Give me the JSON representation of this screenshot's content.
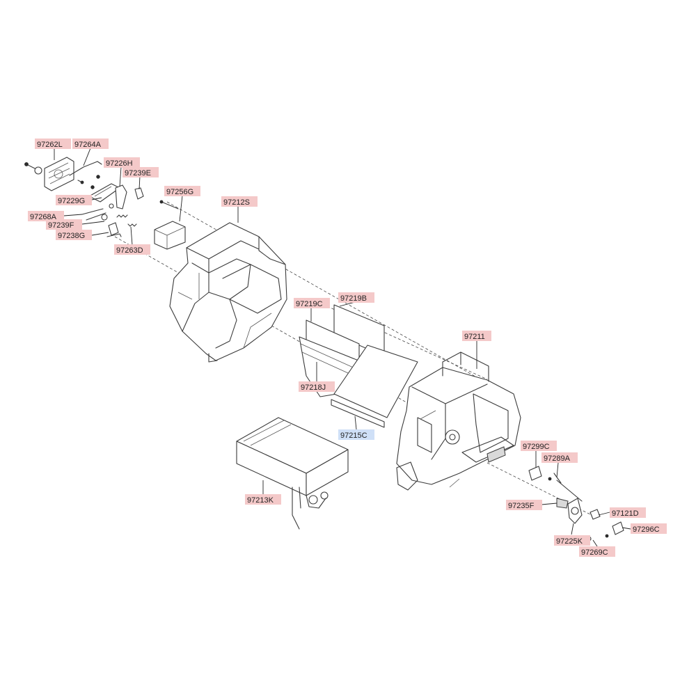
{
  "labels": [
    {
      "id": "97262L",
      "text": "97262L"
    },
    {
      "id": "97264A",
      "text": "97264A"
    },
    {
      "id": "97226H",
      "text": "97226H"
    },
    {
      "id": "97239E",
      "text": "97239E"
    },
    {
      "id": "97229G",
      "text": "97229G"
    },
    {
      "id": "97256G",
      "text": "97256G"
    },
    {
      "id": "97212S",
      "text": "97212S"
    },
    {
      "id": "97268A",
      "text": "97268A"
    },
    {
      "id": "97239F",
      "text": "97239F"
    },
    {
      "id": "97238G",
      "text": "97238G"
    },
    {
      "id": "97263D",
      "text": "97263D"
    },
    {
      "id": "97219C",
      "text": "97219C"
    },
    {
      "id": "97219B",
      "text": "97219B"
    },
    {
      "id": "97211",
      "text": "97211"
    },
    {
      "id": "97218J",
      "text": "97218J"
    },
    {
      "id": "97215C",
      "text": "97215C"
    },
    {
      "id": "97213K",
      "text": "97213K"
    },
    {
      "id": "97299C",
      "text": "97299C"
    },
    {
      "id": "97289A",
      "text": "97289A"
    },
    {
      "id": "97235F",
      "text": "97235F"
    },
    {
      "id": "97121D",
      "text": "97121D"
    },
    {
      "id": "97296C",
      "text": "97296C"
    },
    {
      "id": "97225K",
      "text": "97225K"
    },
    {
      "id": "97269C",
      "text": "97269C"
    }
  ],
  "colors": {
    "label_fill": "#f4c9c9",
    "label_highlight_fill": "#cfe0f7",
    "line": "#3a3a3a"
  }
}
